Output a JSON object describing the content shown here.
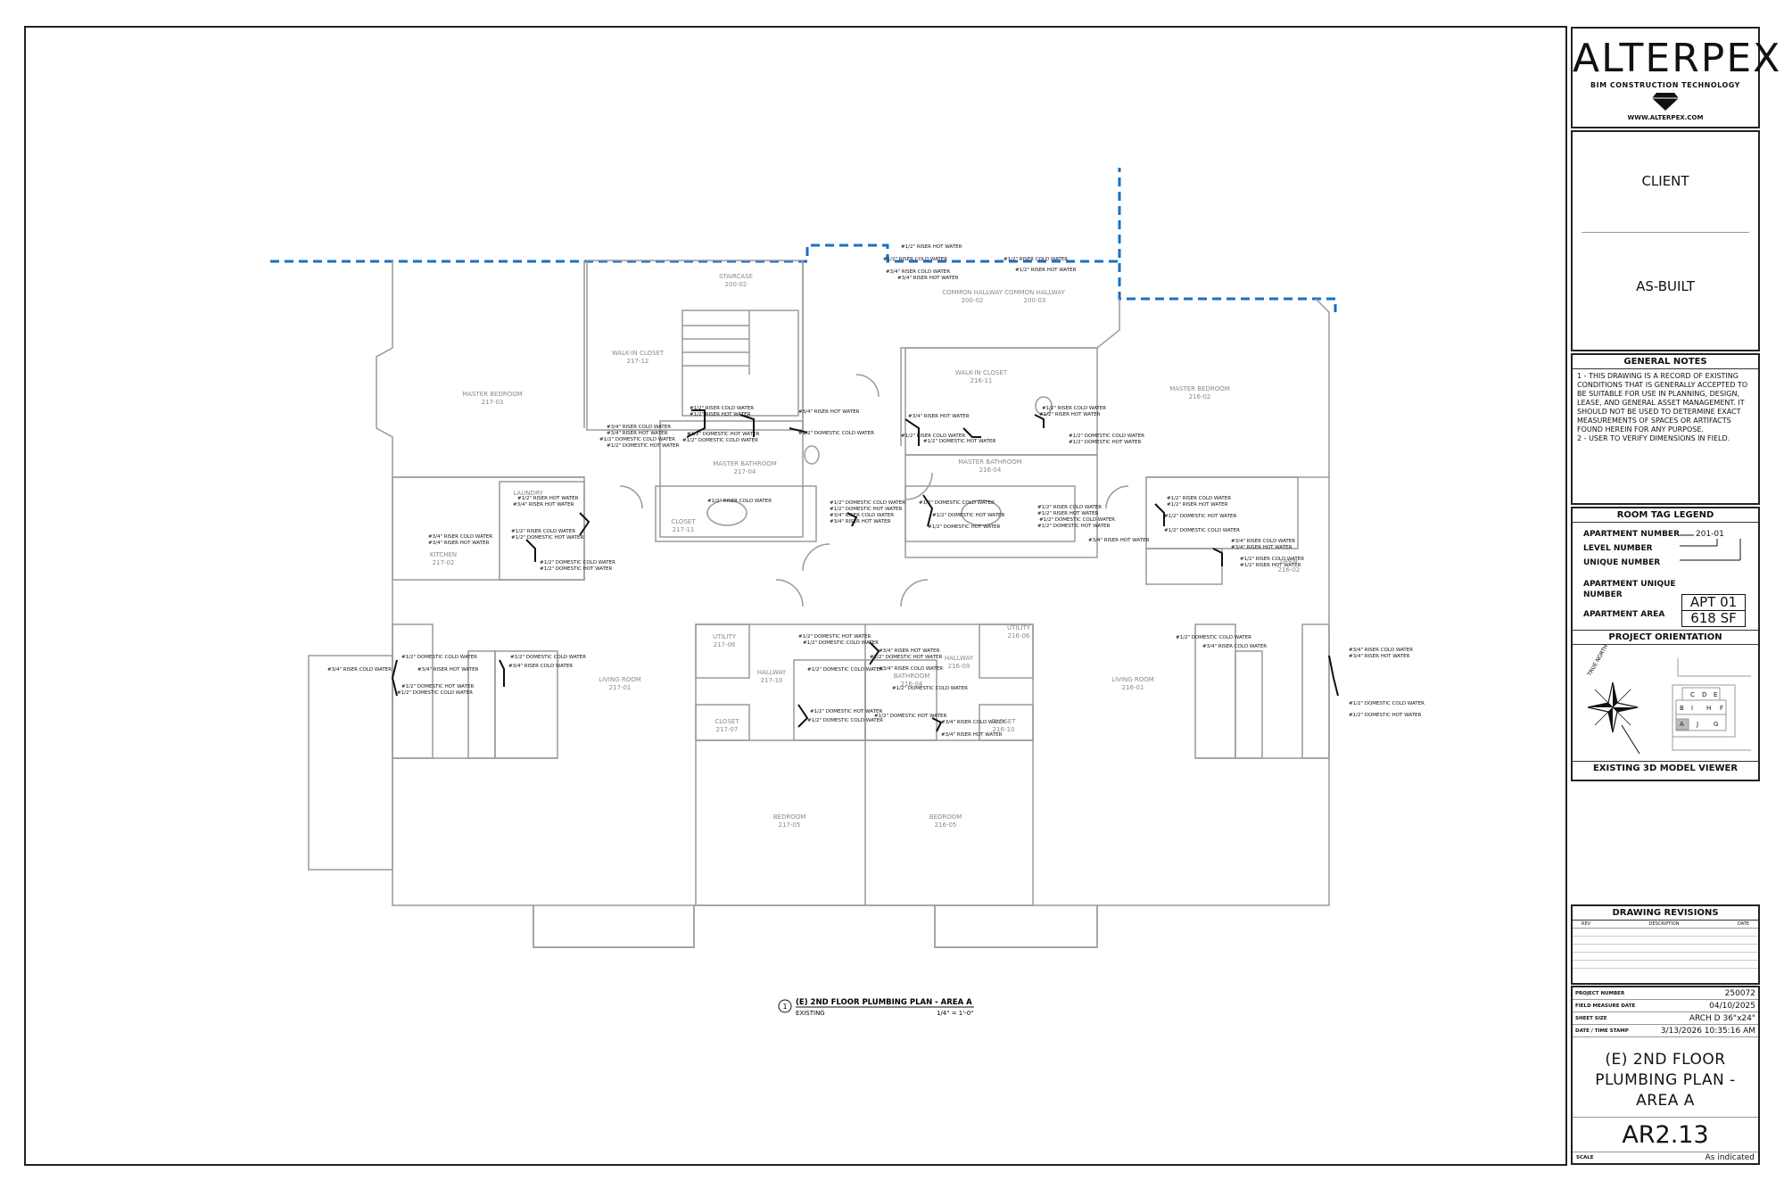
{
  "title_block": {
    "brand": "ALTERPEX",
    "tagline": "BIM CONSTRUCTION TECHNOLOGY",
    "url": "WWW.ALTERPEX.COM",
    "client_label": "CLIENT",
    "status": "AS-BUILT",
    "general_notes_title": "GENERAL NOTES",
    "general_notes": [
      "1 - THIS DRAWING IS A RECORD OF EXISTING CONDITIONS THAT IS GENERALLY ACCEPTED TO BE SUITABLE FOR USE IN PLANNING, DESIGN, LEASE, AND GENERAL ASSET MANAGEMENT. IT SHOULD NOT BE USED TO DETERMINE EXACT MEASUREMENTS OF SPACES OR ARTIFACTS FOUND HEREIN FOR ANY PURPOSE.",
      "2 - USER TO VERIFY DIMENSIONS IN FIELD."
    ],
    "room_tag_legend_title": "ROOM TAG LEGEND",
    "legend": {
      "apartment_number": "APARTMENT NUMBER",
      "level_number": "LEVEL NUMBER",
      "unique_number": "UNIQUE NUMBER",
      "tag_value": "201-01",
      "apartment_unique": "APARTMENT UNIQUE",
      "number": "NUMBER",
      "apartment_area": "APARTMENT AREA",
      "apt_value": "APT 01",
      "area_value": "618 SF"
    },
    "orientation_title": "PROJECT ORIENTATION",
    "true_north": "TRUE NORTH",
    "key_letters": [
      "C",
      "D",
      "E",
      "B",
      "I",
      "H",
      "F",
      "A",
      "J",
      "G"
    ],
    "model_viewer": "EXISTING 3D MODEL VIEWER",
    "revisions_title": "DRAWING REVISIONS",
    "rev_cols": [
      "REV",
      "DESCRIPTION",
      "DATE"
    ],
    "info": [
      {
        "k": "PROJECT NUMBER",
        "v": "250072"
      },
      {
        "k": "FIELD MEASURE DATE",
        "v": "04/10/2025"
      },
      {
        "k": "SHEET SIZE",
        "v": "ARCH D 36\"x24\""
      },
      {
        "k": "DATE / TIME STAMP",
        "v": "3/13/2026 10:35:16 AM"
      }
    ],
    "sheet_title": [
      "(E) 2ND FLOOR",
      "PLUMBING PLAN -",
      "AREA A"
    ],
    "sheet_number": "AR2.13",
    "scale_label": "SCALE",
    "scale_value": "As indicated"
  },
  "view_title": {
    "number": "1",
    "name": "(E) 2ND FLOOR PLUMBING PLAN - AREA A",
    "sub": "EXISTING",
    "scale": "1/4\" = 1'-0\""
  },
  "rooms": [
    {
      "name": "STAIRCASE",
      "num": "200-02"
    },
    {
      "name": "COMMON HALLWAY",
      "num": "200-02"
    },
    {
      "name": "COMMON HALLWAY",
      "num": "200-03"
    },
    {
      "name": "WALK-IN CLOSET",
      "num": "217-12"
    },
    {
      "name": "MASTER BEDROOM",
      "num": "217-03"
    },
    {
      "name": "WALK-IN CLOSET",
      "num": "216-11"
    },
    {
      "name": "MASTER BEDROOM",
      "num": "216-02"
    },
    {
      "name": "MASTER BATHROOM",
      "num": "217-04"
    },
    {
      "name": "MASTER BATHROOM",
      "num": "216-04"
    },
    {
      "name": "LAUNDRY",
      "num": ""
    },
    {
      "name": "CLOSET",
      "num": "217-11"
    },
    {
      "name": "KITCHEN",
      "num": "217-02"
    },
    {
      "name": "UTILITY",
      "num": "217-06"
    },
    {
      "name": "UTILITY",
      "num": "216-06"
    },
    {
      "name": "LIVING ROOM",
      "num": "217-01"
    },
    {
      "name": "LIVING ROOM",
      "num": "216-01"
    },
    {
      "name": "HALLWAY",
      "num": "217-10"
    },
    {
      "name": "BATHROOM",
      "num": "216-04"
    },
    {
      "name": "HALLWAY",
      "num": "216-09"
    },
    {
      "name": "CLOSET",
      "num": "217-07"
    },
    {
      "name": "CLOSET",
      "num": "216-10"
    },
    {
      "name": "BEDROOM",
      "num": "217-05"
    },
    {
      "name": "BEDROOM",
      "num": "216-05"
    },
    {
      "name": "OPEN",
      "num": "216-02"
    }
  ],
  "pipe_labels": [
    "#1/2\" RISER HOT WATER",
    "#1/2\" RISER COLD WATER",
    "#3/4\" RISER COLD WATER",
    "#3/4\" RISER HOT WATER",
    "#1/2\" DOMESTIC COLD WATER",
    "#1/2\" DOMESTIC HOT WATER"
  ],
  "colors": {
    "line": "#9a9a9a",
    "pipe": "#111111",
    "boundary": "#1a6fc4",
    "frame": "#222222"
  }
}
